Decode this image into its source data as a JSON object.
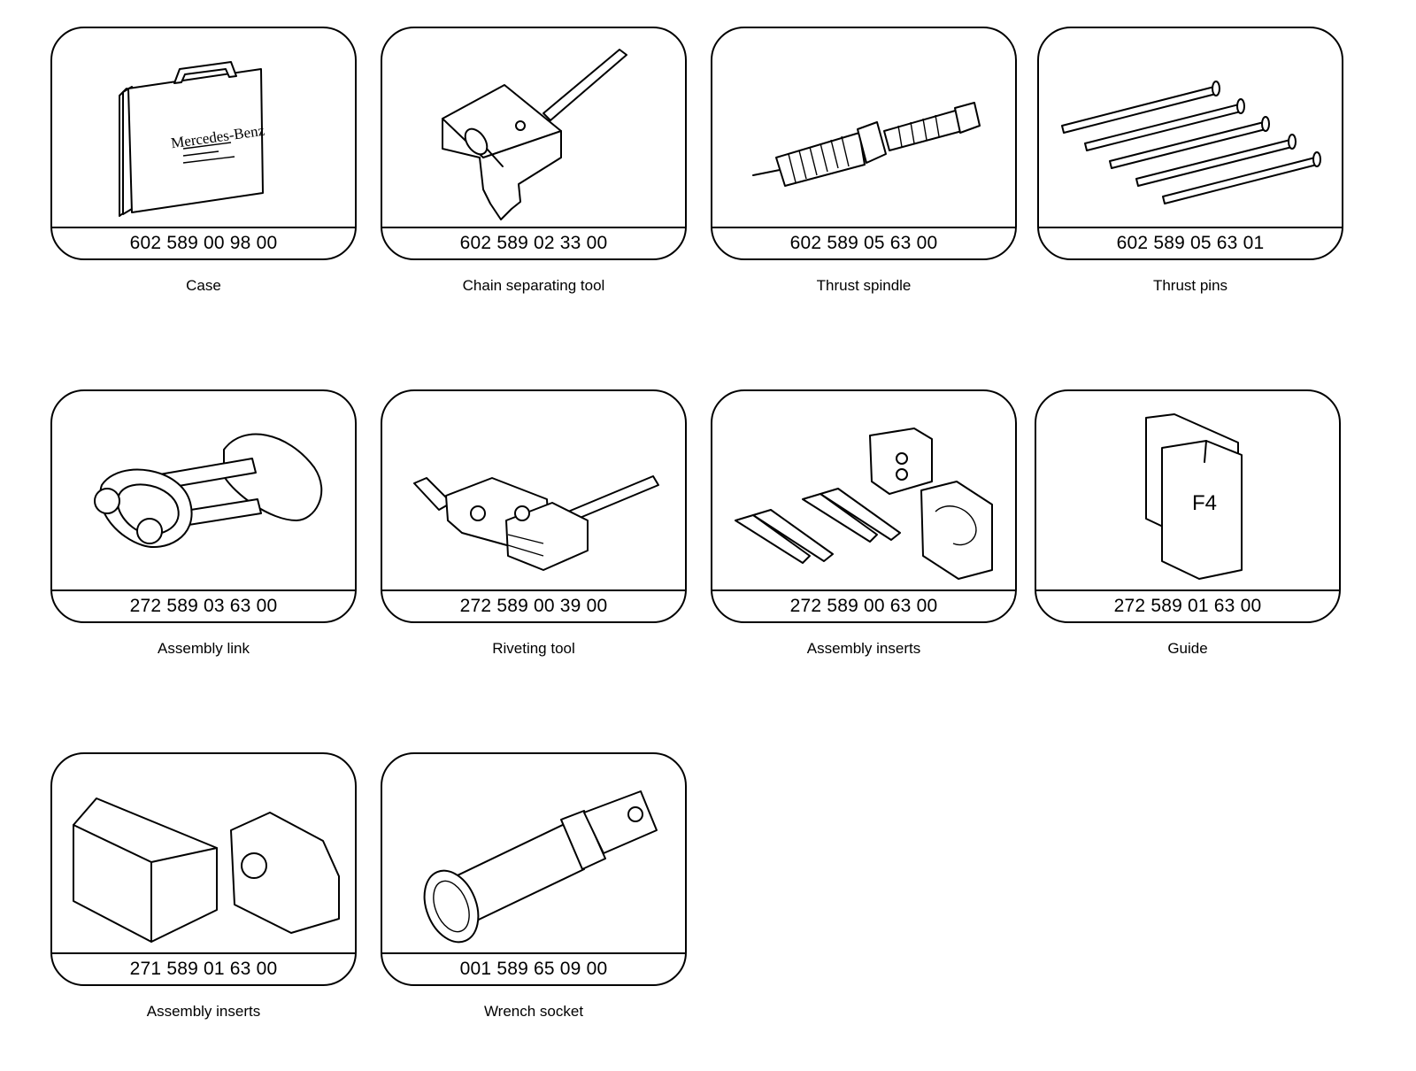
{
  "tools": [
    {
      "part_no": "602 589 00 98 00",
      "name": "Case",
      "case_text": "Mercedes-Benz",
      "icon": "case-icon"
    },
    {
      "part_no": "602 589 02 33 00",
      "name": "Chain separating tool",
      "icon": "chain-separating-tool-icon"
    },
    {
      "part_no": "602 589 05 63 00",
      "name": "Thrust spindle",
      "icon": "thrust-spindle-icon"
    },
    {
      "part_no": "602 589 05 63 01",
      "name": "Thrust pins",
      "icon": "thrust-pins-icon"
    },
    {
      "part_no": "272 589 03 63 00",
      "name": "Assembly link",
      "icon": "assembly-link-icon"
    },
    {
      "part_no": "272 589 00 39 00",
      "name": "Riveting tool",
      "icon": "riveting-tool-icon"
    },
    {
      "part_no": "272 589 00 63 00",
      "name": "Assembly inserts",
      "icon": "assembly-inserts-icon"
    },
    {
      "part_no": "272 589 01 63 00",
      "name": "Guide",
      "guide_mark": "F4",
      "icon": "guide-icon"
    },
    {
      "part_no": "271 589 01 63 00",
      "name": "Assembly inserts",
      "icon": "assembly-inserts-block-icon"
    },
    {
      "part_no": "001 589 65 09 00",
      "name": "Wrench socket",
      "icon": "wrench-socket-icon"
    }
  ]
}
